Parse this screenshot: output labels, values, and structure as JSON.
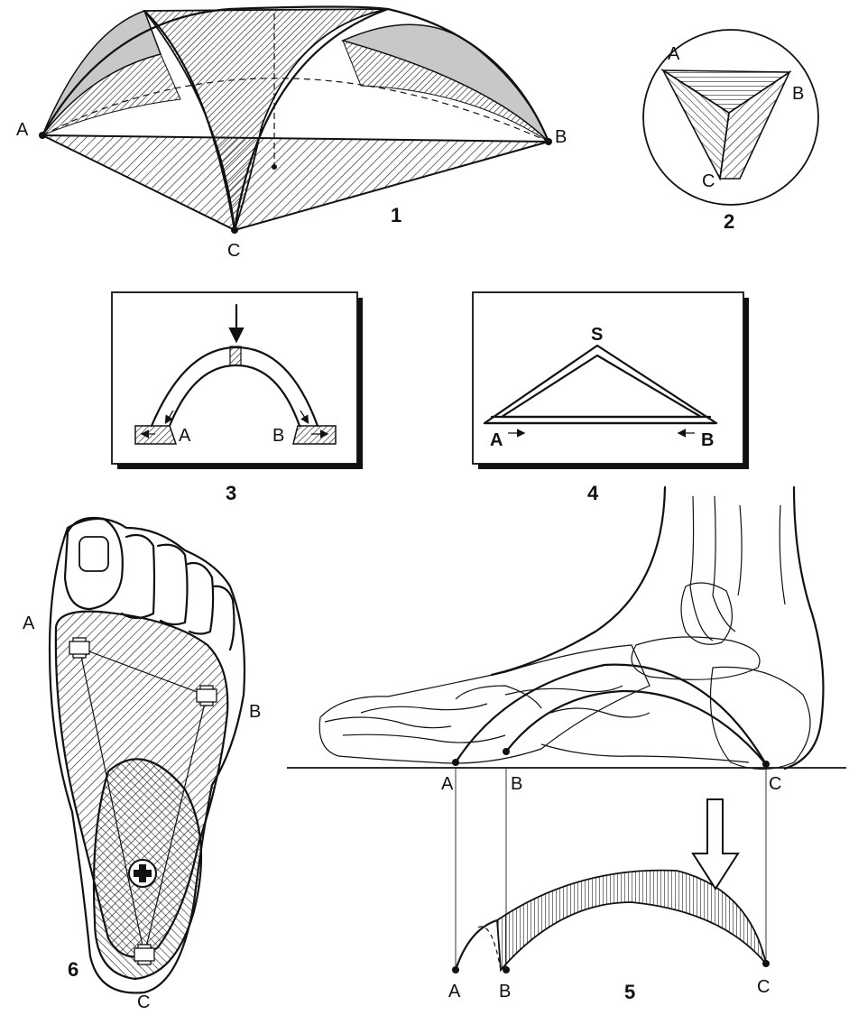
{
  "figure1": {
    "number": "1",
    "label_a": "A",
    "label_b": "B",
    "label_c": "C"
  },
  "figure2": {
    "number": "2",
    "label_a": "A",
    "label_b": "B",
    "label_c": "C"
  },
  "figure3": {
    "number": "3",
    "label_a": "A",
    "label_b": "B"
  },
  "figure4": {
    "number": "4",
    "label_s": "S",
    "label_a": "A",
    "label_b": "B"
  },
  "figure5": {
    "number": "5",
    "label_a": "A",
    "label_b": "B",
    "label_c": "C",
    "label_a2": "A",
    "label_b2": "B",
    "label_c2": "C"
  },
  "figure6": {
    "number": "6",
    "label_a": "A",
    "label_b": "B",
    "label_c": "C"
  },
  "colors": {
    "ink": "#111111",
    "shade": "#c8c8c8",
    "paper": "#ffffff"
  }
}
